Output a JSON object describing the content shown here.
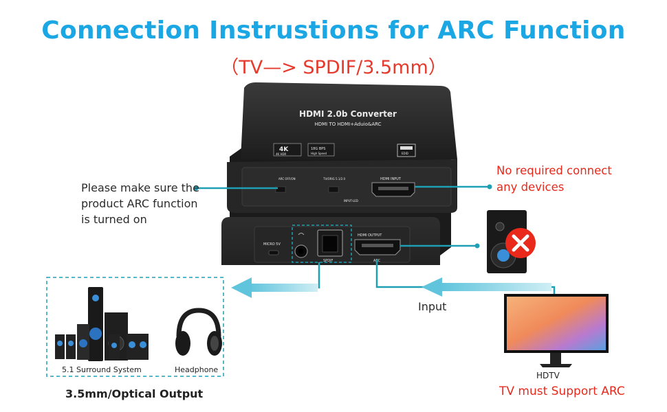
{
  "title": "Connection Instrustions for ARC Function",
  "subtitle": "（TV—> SPDIF/3.5mm）",
  "notes": {
    "arc_line1": "Please make sure the",
    "arc_line2": "product ARC function",
    "arc_line3": "is turned on",
    "no_connect_line1": "No required connect",
    "no_connect_line2": "any devices"
  },
  "device": {
    "top_title": "HDMI 2.0b Converter",
    "top_subtitle": "HDMI TO HDMI+Aduio&ARC",
    "badge_4k": "4K",
    "badge_4k_sub": "4K HDR",
    "badge_speed": "18G BPS",
    "badge_speed_sub": "High Speed",
    "badge_edid": "EDID",
    "arc_switch_label": "ARC OFF/ON",
    "mode_switch_label": "TV/ORIG 5.1/2.0",
    "hdmi_input_label": "HDMI INPUT",
    "input_led_label": "INPUT-LED",
    "micro_usb_label": "MICRO 5V",
    "spdif_label": "SPDIF",
    "hdmi_output_label": "HDMI OUTPUT",
    "arc_label": "ARC"
  },
  "input_label": "Input",
  "output": {
    "surround_caption": "5.1 Surround System",
    "headphone_caption": "Headphone",
    "section_caption": "3.5mm/Optical Output"
  },
  "tv": {
    "caption": "HDTV",
    "note": "TV must Support ARC"
  },
  "colors": {
    "accent_blue": "#1ba6e4",
    "red": "#e8291c",
    "teal_line": "#1e9fb4",
    "device_body": "#2a2a2a"
  }
}
